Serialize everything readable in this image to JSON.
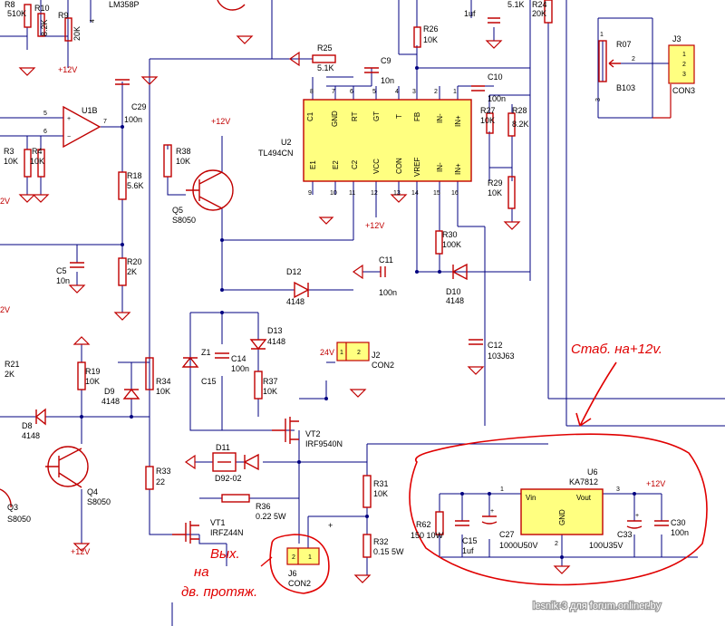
{
  "components": {
    "R10": {
      "ref": "R10",
      "val": "8.2K"
    },
    "R8top": {
      "ref": "R8",
      "val": "510K"
    },
    "R9": {
      "ref": "R9",
      "val": "20K"
    },
    "LM358P": {
      "ref": "LM358P"
    },
    "pin4": {
      "ref": "4"
    },
    "p12v_top": {
      "ref": "+12V"
    },
    "R26": {
      "ref": "R26",
      "val": "10K"
    },
    "C_top": {
      "val": "1uf"
    },
    "C_top2": {
      "val": "5.1K"
    },
    "R24": {
      "ref": "R24",
      "val": "20K"
    },
    "R25": {
      "ref": "R25",
      "val": "5.1K"
    },
    "C9": {
      "ref": "C9",
      "val": "10n"
    },
    "U2": {
      "ref": "U2",
      "val": "TL494CN"
    },
    "C10": {
      "ref": "C10",
      "val": "100n"
    },
    "R27": {
      "ref": "R27",
      "val": "10K"
    },
    "R28": {
      "ref": "R28",
      "val": "8.2K"
    },
    "R29": {
      "ref": "R29",
      "val": "10K"
    },
    "R30": {
      "ref": "R30",
      "val": "100K"
    },
    "C11": {
      "ref": "C11",
      "val": "100n"
    },
    "D10": {
      "ref": "D10",
      "val": "4148"
    },
    "C12": {
      "ref": "C12",
      "val": "103J63"
    },
    "U1B": {
      "ref": "U1B"
    },
    "C29": {
      "ref": "C29",
      "val": "100n"
    },
    "R3": {
      "ref": "R3",
      "val": "10K"
    },
    "R4": {
      "ref": "R4",
      "val": "10K"
    },
    "R18": {
      "ref": "R18",
      "val": "5.6K"
    },
    "R20": {
      "ref": "R20",
      "val": "2K"
    },
    "C5": {
      "ref": "C5",
      "val": "10n"
    },
    "R38": {
      "ref": "R38",
      "val": "10K"
    },
    "Q5": {
      "ref": "Q5",
      "val": "S8050"
    },
    "p12v_q5": {
      "ref": "+12V"
    },
    "p12v_u2": {
      "ref": "+12V"
    },
    "D12": {
      "ref": "D12",
      "val": "4148"
    },
    "D13": {
      "ref": "D13",
      "val": "4148"
    },
    "Z1": {
      "ref": "Z1"
    },
    "C14": {
      "ref": "C14",
      "val": "100n"
    },
    "C15a": {
      "ref": "C15"
    },
    "R37": {
      "ref": "R37",
      "val": "10K"
    },
    "J2": {
      "ref": "J2",
      "val": "CON2"
    },
    "v24": {
      "ref": "24V"
    },
    "VT2": {
      "ref": "VT2",
      "val": "IRF9540N"
    },
    "D11": {
      "ref": "D11",
      "val": "D92-02"
    },
    "R21": {
      "ref": "R21",
      "val": "2K"
    },
    "R19": {
      "ref": "R19",
      "val": "10K"
    },
    "D9": {
      "ref": "D9",
      "val": "4148"
    },
    "R34": {
      "ref": "R34",
      "val": "10K"
    },
    "D8": {
      "ref": "D8",
      "val": "4148"
    },
    "Q4": {
      "ref": "Q4",
      "val": "S8050"
    },
    "Q3": {
      "ref": "Q3",
      "val": "S8050"
    },
    "p12v_q4": {
      "ref": "+12V"
    },
    "R33": {
      "ref": "R33",
      "val": "22"
    },
    "R36": {
      "ref": "R36",
      "val": "0.22 5W"
    },
    "VT1": {
      "ref": "VT1",
      "val": "IRFZ44N"
    },
    "R31": {
      "ref": "R31",
      "val": "10K"
    },
    "R32": {
      "ref": "R32",
      "val": "0.15 5W"
    },
    "J6": {
      "ref": "J6",
      "val": "CON2"
    },
    "R62": {
      "ref": "R62",
      "val": "150 10W"
    },
    "C15b": {
      "ref": "C15",
      "val": "1uf"
    },
    "C27": {
      "ref": "C27",
      "val": "1000U50V"
    },
    "U6": {
      "ref": "U6",
      "val": "KA7812"
    },
    "C33": {
      "ref": "C33",
      "val": "100U35V"
    },
    "C30": {
      "ref": "C30",
      "val": "100n"
    },
    "p12v_u6": {
      "ref": "+12V"
    },
    "R07": {
      "ref": "R07",
      "val": "B103"
    },
    "J3": {
      "ref": "J3",
      "val": "CON3"
    },
    "pvl": {
      "ref": "2V"
    }
  },
  "u2_pins_top": [
    "C1",
    "GND",
    "RT",
    "GT",
    "T",
    "FB",
    "IN-",
    "IN+"
  ],
  "u2_pins_bottom": [
    "E1",
    "E2",
    "C2",
    "VCC",
    "CON",
    "VREF",
    "IN-",
    "IN+"
  ],
  "u2_pin_nums_top": [
    "8",
    "7",
    "6",
    "5",
    "4",
    "3",
    "2",
    "1"
  ],
  "u2_pin_nums_bottom": [
    "9",
    "10",
    "11",
    "12",
    "13",
    "14",
    "15",
    "16"
  ],
  "u6_pins": {
    "vin": "Vin",
    "vout": "Vout",
    "gnd": "GND",
    "n1": "1",
    "n2": "2",
    "n3": "3"
  },
  "j3_pins": [
    "1",
    "2",
    "3"
  ],
  "j2_pins": [
    "1",
    "2"
  ],
  "j6_pins": [
    "2",
    "1"
  ],
  "misc_pins": {
    "u1b_p5": "5",
    "u1b_p6": "6",
    "u1b_p7": "7",
    "r07_p1": "1",
    "r07_p2": "2",
    "r07_p3": "3",
    "plus": "+",
    "j6_plus": "+"
  },
  "annotations": {
    "stab": "Стаб. на+12v.",
    "out1": "Вых.",
    "out2": "на",
    "out3": "дв. протяж."
  },
  "watermark": "lesnik-3 для forum.onliner.by",
  "colors": {
    "wire": "#000080",
    "component": "#c00000",
    "chip_fill": "#ffff80",
    "annotation": "#e00000"
  }
}
